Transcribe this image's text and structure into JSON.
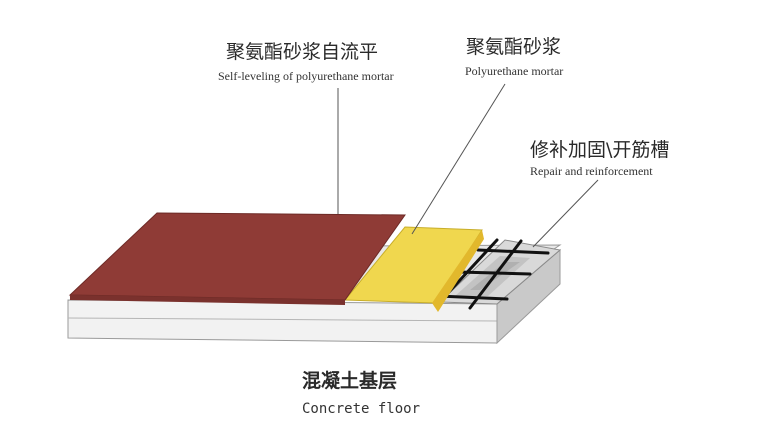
{
  "labels": {
    "self_leveling": {
      "zh": "聚氨酯砂浆自流平",
      "en": "Self-leveling of polyurethane mortar"
    },
    "mortar": {
      "zh": "聚氨酯砂浆",
      "en": "Polyurethane mortar"
    },
    "repair": {
      "zh": "修补加固\\开筋槽",
      "en": "Repair and reinforcement"
    },
    "base": {
      "zh": "混凝土基层",
      "en": "Concrete floor"
    }
  },
  "colors": {
    "self_leveling_layer": "#8f3b36",
    "mortar_layer": "#f0d74e",
    "concrete": "#e6e6e6",
    "rebar": "#111111"
  }
}
